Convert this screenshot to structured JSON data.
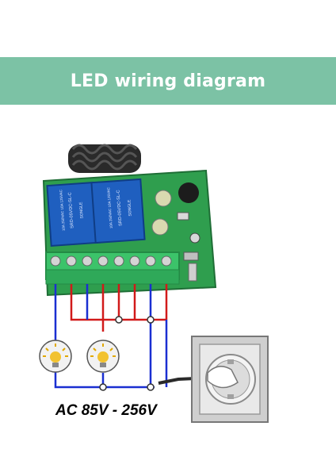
{
  "banner": {
    "title": "LED wiring diagram"
  },
  "relays": [
    {
      "brand": "SONGLE",
      "model": "SRD-05VDC-SL-C",
      "rating": "10A 250VAC 10A 125VAC"
    },
    {
      "brand": "SONGLE",
      "model": "SRD-05VDC-SL-C",
      "rating": "10A 250VAC 10A 125VAC"
    }
  ],
  "voltage_label": "AC 85V - 256V",
  "colors": {
    "banner": "#7cc2a5",
    "pcb": "#2f9e4e",
    "relay": "#1f5fbf",
    "terminal_block": "#3cc36a",
    "wire_live": "#d11a1a",
    "wire_neutral": "#1a2fd1",
    "bulb_glow": "#f2c230",
    "socket": "#cfcfcf"
  },
  "icons": [
    "antenna-icon",
    "lamp-icon",
    "power-socket-icon"
  ]
}
